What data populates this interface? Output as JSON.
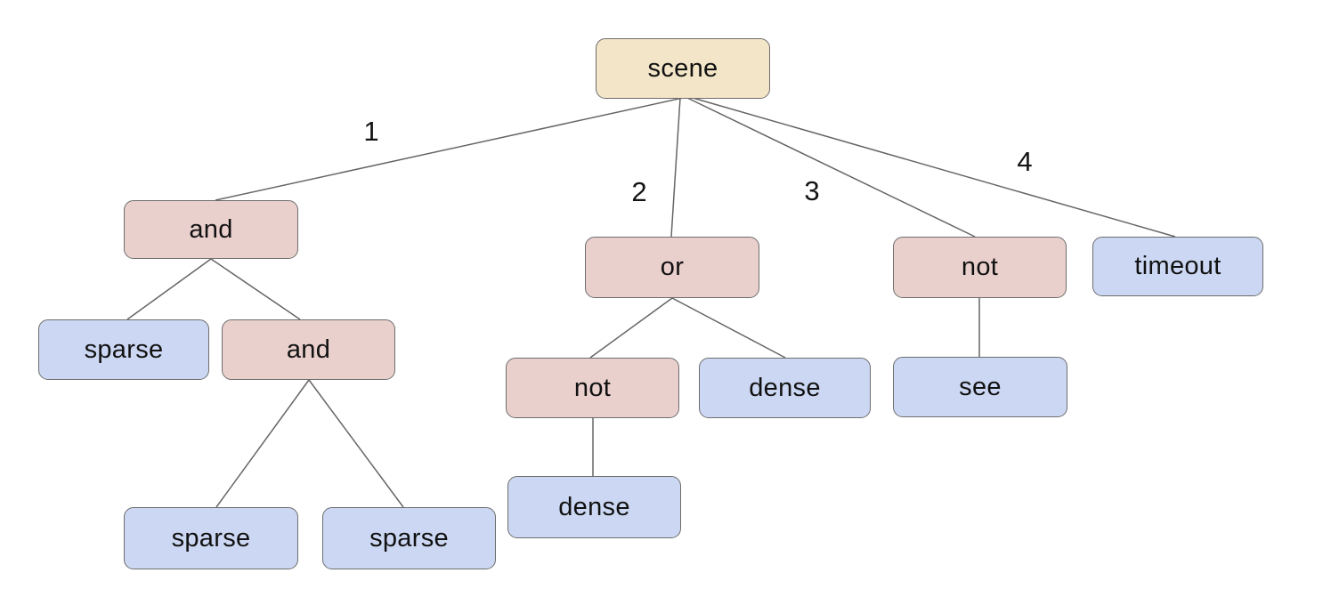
{
  "diagram": {
    "kind": "tree",
    "colors": {
      "background": "#ffffff",
      "root_fill": "#f3e5c8",
      "operator_fill": "#e9d0cd",
      "leaf_fill": "#ccd8f3",
      "node_border": "#6d6d6d",
      "edge_stroke": "#666666",
      "text": "#111111"
    },
    "nodes": [
      {
        "id": "scene",
        "label": "scene",
        "kind": "root"
      },
      {
        "id": "and-1",
        "label": "and",
        "kind": "operator"
      },
      {
        "id": "or-1",
        "label": "or",
        "kind": "operator"
      },
      {
        "id": "not-1",
        "label": "not",
        "kind": "operator"
      },
      {
        "id": "timeout",
        "label": "timeout",
        "kind": "leaf"
      },
      {
        "id": "sparse-1",
        "label": "sparse",
        "kind": "leaf"
      },
      {
        "id": "and-2",
        "label": "and",
        "kind": "operator"
      },
      {
        "id": "not-2",
        "label": "not",
        "kind": "operator"
      },
      {
        "id": "dense-1",
        "label": "dense",
        "kind": "leaf"
      },
      {
        "id": "see",
        "label": "see",
        "kind": "leaf"
      },
      {
        "id": "sparse-2",
        "label": "sparse",
        "kind": "leaf"
      },
      {
        "id": "sparse-3",
        "label": "sparse",
        "kind": "leaf"
      },
      {
        "id": "dense-2",
        "label": "dense",
        "kind": "leaf"
      }
    ],
    "edge_labels": [
      {
        "text": "1"
      },
      {
        "text": "2"
      },
      {
        "text": "3"
      },
      {
        "text": "4"
      }
    ],
    "structure": {
      "scene": {
        "1": {
          "and": [
            "sparse",
            {
              "and": [
                "sparse",
                "sparse"
              ]
            }
          ]
        },
        "2": {
          "or": [
            {
              "not": [
                "dense"
              ]
            },
            "dense"
          ]
        },
        "3": {
          "not": [
            "see"
          ]
        },
        "4": "timeout"
      }
    }
  }
}
